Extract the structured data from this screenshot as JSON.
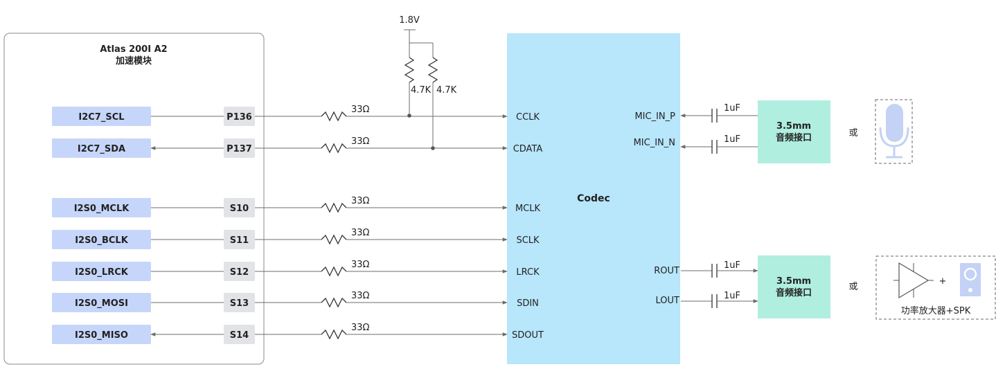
{
  "module": {
    "title_line1": "Atlas 200I A2",
    "title_line2": "加速模块"
  },
  "supply": {
    "label": "1.8V"
  },
  "pullups": [
    {
      "value": "4.7K"
    },
    {
      "value": "4.7K"
    }
  ],
  "signals": [
    {
      "name": "I2C7_SCL",
      "pin": "P136",
      "resistor": "33Ω",
      "codec_pin": "CCLK",
      "direction": "out"
    },
    {
      "name": "I2C7_SDA",
      "pin": "P137",
      "resistor": "33Ω",
      "codec_pin": "CDATA",
      "direction": "bidir"
    },
    {
      "name": "I2S0_MCLK",
      "pin": "S10",
      "resistor": "33Ω",
      "codec_pin": "MCLK",
      "direction": "out"
    },
    {
      "name": "I2S0_BCLK",
      "pin": "S11",
      "resistor": "33Ω",
      "codec_pin": "SCLK",
      "direction": "out"
    },
    {
      "name": "I2S0_LRCK",
      "pin": "S12",
      "resistor": "33Ω",
      "codec_pin": "LRCK",
      "direction": "out"
    },
    {
      "name": "I2S0_MOSI",
      "pin": "S13",
      "resistor": "33Ω",
      "codec_pin": "SDIN",
      "direction": "out"
    },
    {
      "name": "I2S0_MISO",
      "pin": "S14",
      "resistor": "33Ω",
      "codec_pin": "SDOUT",
      "direction": "in"
    }
  ],
  "codec": {
    "label": "Codec"
  },
  "mic_inputs": [
    {
      "codec_pin": "MIC_IN_P",
      "capacitor": "1uF"
    },
    {
      "codec_pin": "MIC_IN_N",
      "capacitor": "1uF"
    }
  ],
  "audio_outputs": [
    {
      "codec_pin": "ROUT",
      "capacitor": "1uF"
    },
    {
      "codec_pin": "LOUT",
      "capacitor": "1uF"
    }
  ],
  "jacks": [
    {
      "line1": "3.5mm",
      "line2": "音频接口"
    },
    {
      "line1": "3.5mm",
      "line2": "音频接口"
    }
  ],
  "alternatives": {
    "or_label": "或",
    "mic_icon": "microphone-icon",
    "amp_icon": "amplifier-icon",
    "speaker_icon": "speaker-icon",
    "amp_plus": "+",
    "amp_caption": "功率放大器+SPK"
  },
  "colors": {
    "signal_box": "#c6d6fb",
    "pin_box": "#e2e3e6",
    "codec_fill": "#b8e6fb",
    "jack_fill": "#b0eedf",
    "mic_fill": "#c3d2f5",
    "wire": "#6b6b6b"
  }
}
